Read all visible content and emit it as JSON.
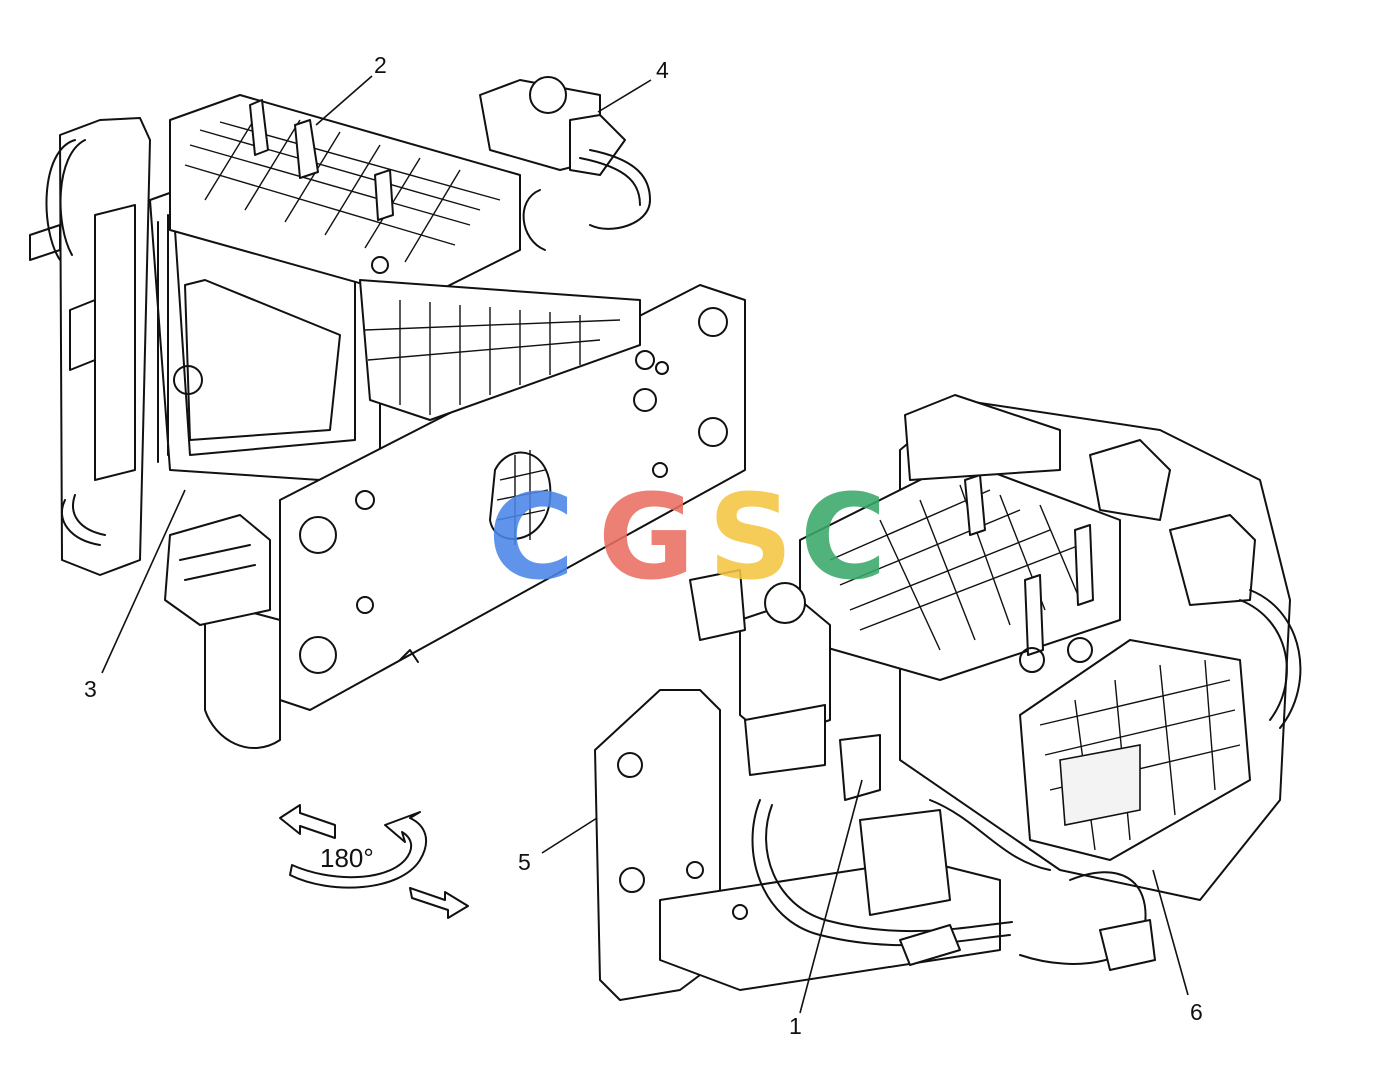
{
  "diagram": {
    "callouts": [
      "1",
      "2",
      "3",
      "4",
      "5",
      "6"
    ],
    "rotation_label": "180°",
    "watermark": {
      "letters": [
        "C",
        "G",
        "S",
        "C"
      ],
      "colors": [
        "#4a86e8",
        "#ea6f63",
        "#f4c542",
        "#3aa86a"
      ]
    }
  }
}
